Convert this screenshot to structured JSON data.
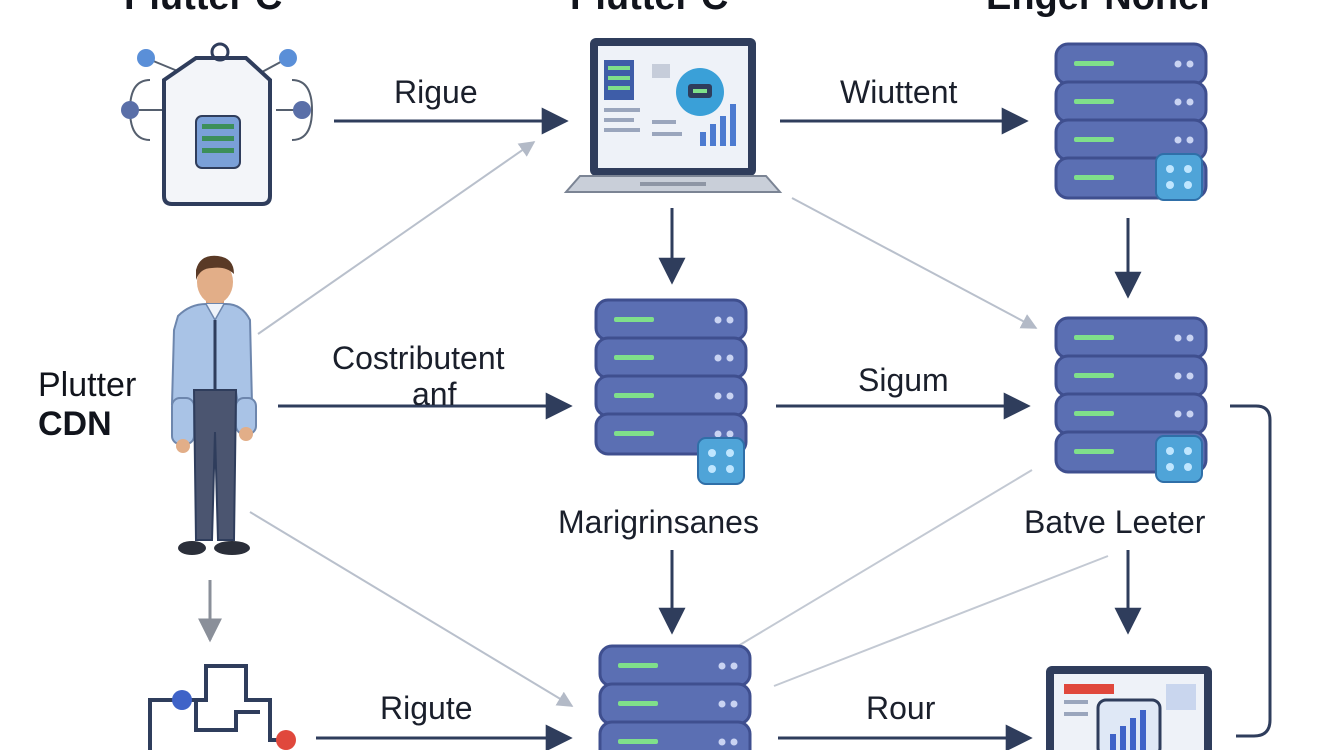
{
  "headers": {
    "left": "Plutter C",
    "middle": "Plutter C",
    "right": "Enger Noner"
  },
  "side_label": {
    "line1": "Plutter",
    "line2": "CDN"
  },
  "labels": {
    "rigue": "Rigue",
    "wiuttent": "Wiuttent",
    "costributent": "Costributent",
    "anf": "anf",
    "sigum": "Sigum",
    "marigrinsanes": "Marigrinsanes",
    "batve_leeter": "Batve Leeter",
    "rigute": "Rigute",
    "rour": "Rour"
  },
  "colors": {
    "arrow": "#2f3d5c",
    "faint_arrow": "#b9c0cc",
    "server_body": "#5b6fb3",
    "server_dark": "#3f4f8f",
    "server_led": "#7fe08a",
    "badge": "#4fa4d8"
  }
}
